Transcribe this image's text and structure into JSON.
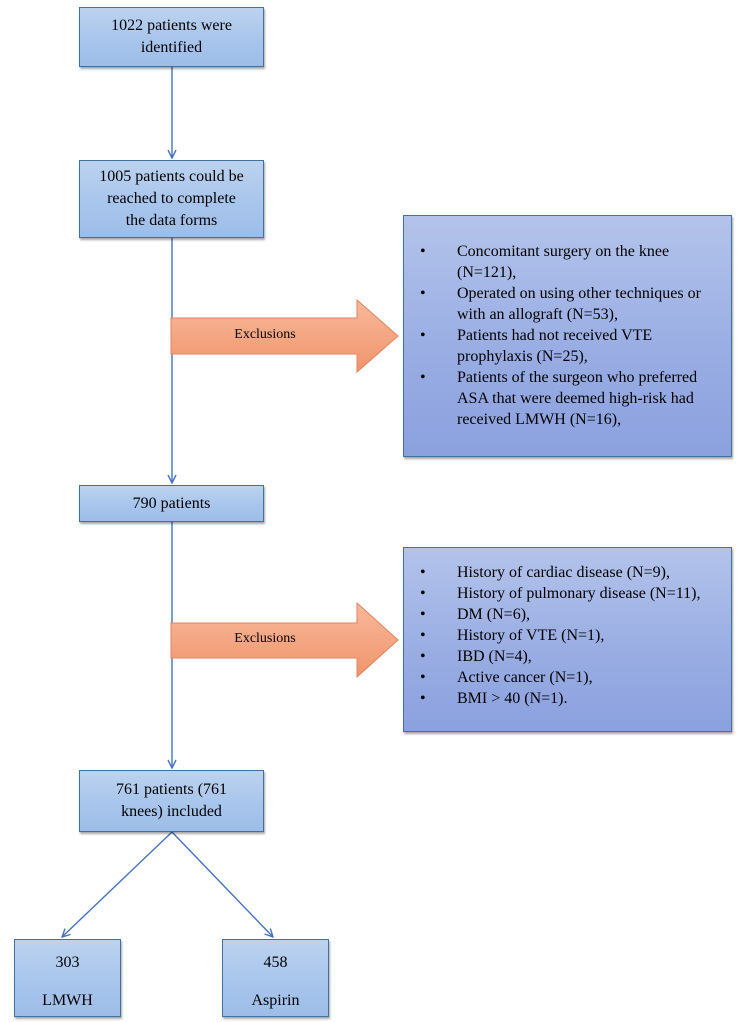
{
  "flow": {
    "identified": [
      "1022 patients were",
      "identified"
    ],
    "reached": [
      "1005 patients could be",
      "reached to complete",
      "the data forms"
    ],
    "after_exclusion_1": "790 patients",
    "included": [
      "761 patients (761",
      "knees) included"
    ]
  },
  "exclusions_1": {
    "label": "Exclusions",
    "items": [
      [
        "Concomitant surgery on the knee",
        "(N=121),"
      ],
      [
        "Operated on using other techniques or",
        "with an allograft (N=53),"
      ],
      [
        "Patients had not received VTE",
        "prophylaxis (N=25),"
      ],
      [
        "Patients of the surgeon who preferred",
        "ASA that were deemed high-risk had",
        "received LMWH (N=16),"
      ]
    ]
  },
  "exclusions_2": {
    "label": "Exclusions",
    "items": [
      "History of cardiac disease (N=9),",
      "History of pulmonary disease (N=11),",
      "DM (N=6),",
      "History of VTE (N=1),",
      "IBD (N=4),",
      "Active cancer (N=1),",
      "BMI > 40 (N=1)."
    ]
  },
  "groups": [
    {
      "count": "303",
      "name": "LMWH"
    },
    {
      "count": "458",
      "name": "Aspirin"
    }
  ],
  "colors": {
    "connector": "#4472c4",
    "box_border": "#41719c",
    "arrow_fill": "#f4a582",
    "arrow_border": "#e0845f"
  }
}
